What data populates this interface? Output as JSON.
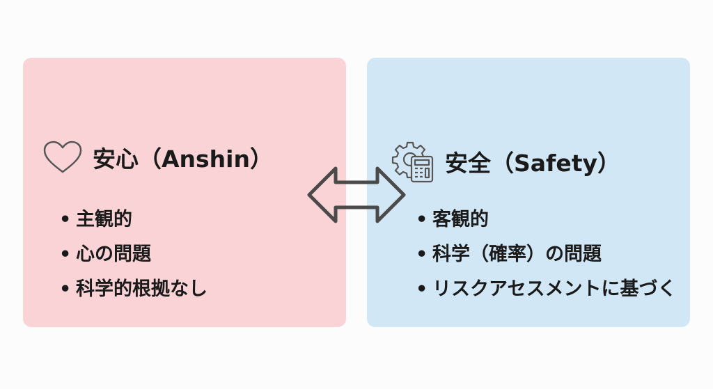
{
  "left": {
    "icon": "heart-icon",
    "title": "安心（Anshin）",
    "items": [
      "主観的",
      "心の問題",
      "科学的根拠なし"
    ],
    "color": "#f9d3d5"
  },
  "right": {
    "icon": "gear-calculator-icon",
    "title": "安全（Safety）",
    "items": [
      "客観的",
      "科学（確率）の問題",
      "リスクアセスメントに基づく"
    ],
    "color": "#d2e7f5"
  },
  "connector": {
    "icon": "double-arrow-icon"
  }
}
